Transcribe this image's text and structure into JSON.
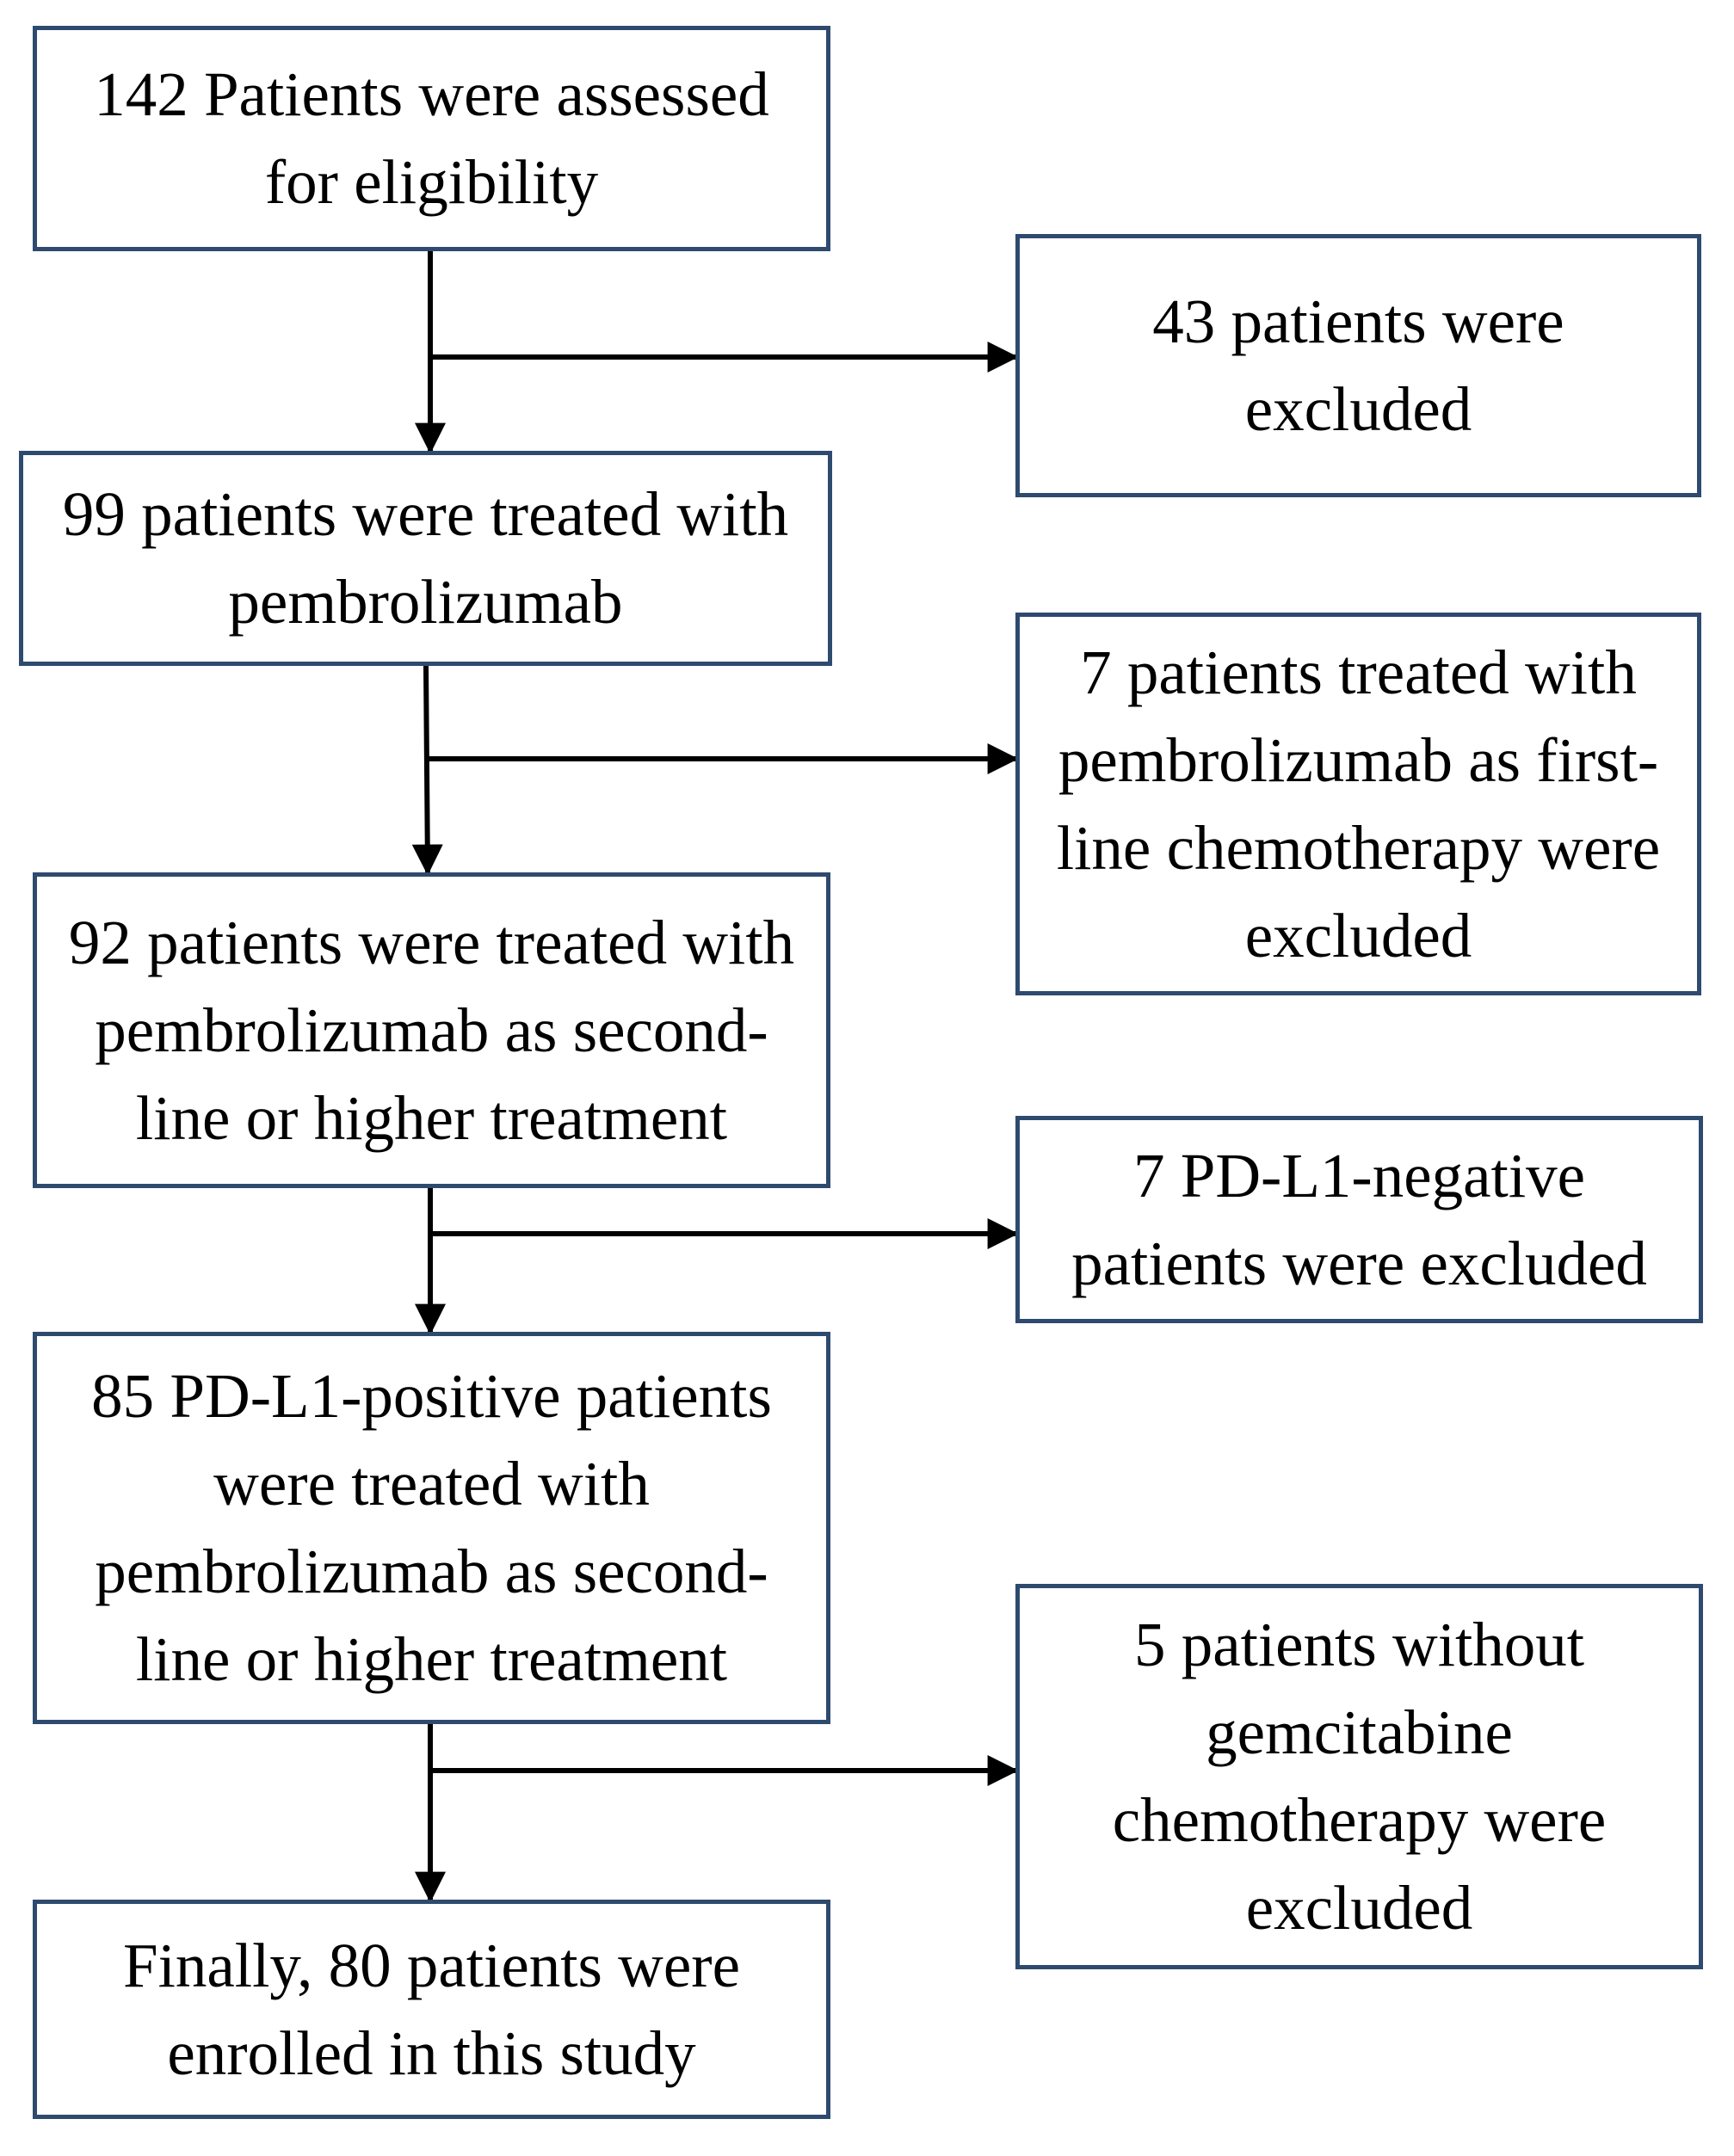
{
  "colors": {
    "box_border": "#2e4a6e",
    "connector": "#000000",
    "text": "#000000",
    "background": "#ffffff"
  },
  "flowchart": {
    "main_steps": [
      {
        "text": "142 Patients were assessed\nfor eligibility"
      },
      {
        "text": "99 patients were treated with\npembrolizumab"
      },
      {
        "text": "92 patients were treated with\npembrolizumab as second-\nline or higher treatment"
      },
      {
        "text": "85 PD-L1-positive patients\nwere treated with\npembrolizumab as second-\nline or higher treatment"
      },
      {
        "text": "Finally, 80 patients were\nenrolled in this study"
      }
    ],
    "exclusions": [
      {
        "text": "43 patients were\nexcluded"
      },
      {
        "text": "7 patients treated with\npembrolizumab as first-\nline chemotherapy were\nexcluded"
      },
      {
        "text": "7 PD-L1-negative\npatients were excluded"
      },
      {
        "text": "5 patients without\ngemcitabine\nchemotherapy were\nexcluded"
      }
    ]
  }
}
